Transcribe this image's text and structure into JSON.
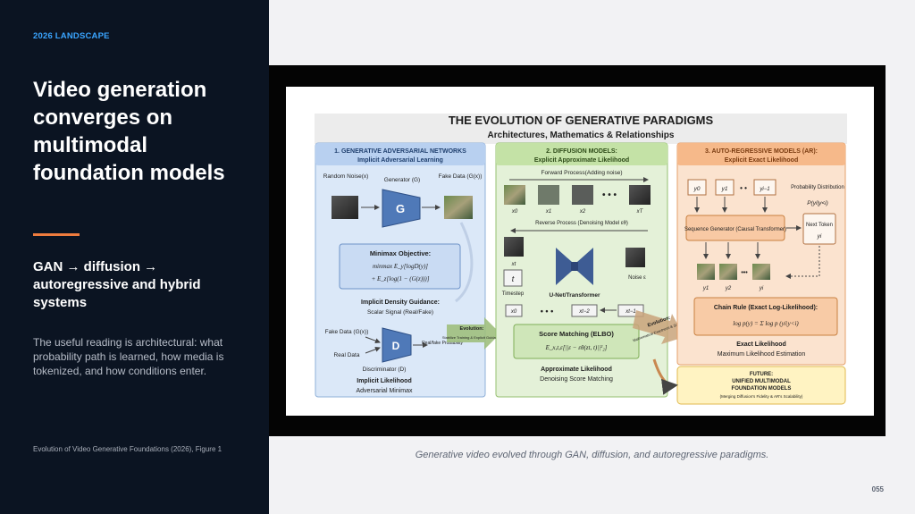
{
  "slide": {
    "kicker": "2026 LANDSCAPE",
    "headline": "Video generation converges on multimodal foundation models",
    "subhead": "GAN → diffusion → autoregressive and hybrid systems",
    "body": "The useful reading is architectural: what probability path is learned, how media is tokenized, and how conditions enter.",
    "source": "Evolution of Video Generative Foundations (2026), Figure 1",
    "caption": "Generative video evolved through GAN, diffusion, and autoregressive paradigms.",
    "page_number": "055"
  },
  "figure": {
    "title": "THE EVOLUTION OF GENERATIVE PARADIGMS",
    "subtitle": "Architectures, Mathematics & Relationships",
    "gan": {
      "heading": "1. GENERATIVE ADVERSARIAL NETWORKS",
      "subheading": "Implicit Adversarial Learning",
      "noise_label": "Random Noise(x)",
      "generator_label": "Generator (G)",
      "g_letter": "G",
      "fake_label": "Fake Data (G(x))",
      "minimax_title": "Minimax Objective:",
      "minimax_line1": "minmax E_y[logD(y)]",
      "minimax_line2": "+ E_z[log(1 − (G(z)))]",
      "guidance_title": "Implicit Density Guidance:",
      "guidance_text": "Scalar Signal (Real/Fake)",
      "fake_data2": "Fake Data (G(x))",
      "real_data": "Real Data",
      "d_letter": "D",
      "realfake": "Real/fake Probability",
      "discriminator": "Discriminator (D)",
      "footer_title": "Implicit Likelihood",
      "footer_sub": "Adversarial Minimax"
    },
    "evolution1": {
      "title": "Evolution:",
      "text": "Stabilize Training & Explicit Guidance"
    },
    "diffusion": {
      "heading": "2. DIFFUSION MODELS:",
      "subheading": "Explicit Approximate Likelihood",
      "forward": "Forward Process(Adding noise)",
      "x0": "x0",
      "x1": "x1",
      "x2": "x2",
      "xT": "xT",
      "reverse": "Reverse Process (Denoising Model εθ)",
      "xt": "xt",
      "t_box": "t",
      "timestep": "Timestep",
      "unet": "U-Net/Transformer",
      "noise": "Noise ε",
      "seq0": "x0",
      "seq1": "xt−2",
      "seq2": "xt−1",
      "score_title": "Score Matching (ELBO)",
      "score_eq": "E_x,t,ε[||ε − εθ(zt, t)||²₂]",
      "footer_title": "Approximate Likelihood",
      "footer_sub": "Denoising Score Matching"
    },
    "evolution2": {
      "title": "Evolution:",
      "text": "Mathematical Exactness & Scalability"
    },
    "ar": {
      "heading": "3. AUTO-REGRESSIVE MODELS (AR):",
      "subheading": "Explicit Exact Likelihood",
      "y0": "y0",
      "y1": "y1",
      "yi1": "yi−1",
      "prob_dist": "Probability Distribution",
      "prob_formula": "P(yi|y<i)",
      "seqgen": "Sequence Generator (Causal Transformer)",
      "next_token": "Next Token",
      "yi": "yi",
      "f1": "y1",
      "f2": "y2",
      "f3": "yi",
      "chain_title": "Chain Rule (Exact Log-Likelihood):",
      "chain_eq": "log p(y) = Σ log p (yi|y<i)",
      "footer_title": "Exact Likelihood",
      "footer_sub": "Maximum Likelihood Estimation"
    },
    "future": {
      "line1": "FUTURE:",
      "line2": "UNIFIED MULTIMODAL",
      "line3": "FOUNDATION MODELS",
      "line4": "(Merging Diffusion's Fidelity & AR's Scalability)"
    }
  },
  "colors": {
    "sidebar_bg": "#0b1422",
    "kicker": "#3aa5ff",
    "accent_rule": "#ef7c3e",
    "gan_panel": "#dbe8f8",
    "gan_header": "#b8d0f0",
    "diffusion_panel": "#e4f1d8",
    "diffusion_header": "#c4e2a6",
    "ar_panel": "#fbe3cf",
    "ar_header": "#f6b98a",
    "future_panel": "#fff3c2"
  }
}
